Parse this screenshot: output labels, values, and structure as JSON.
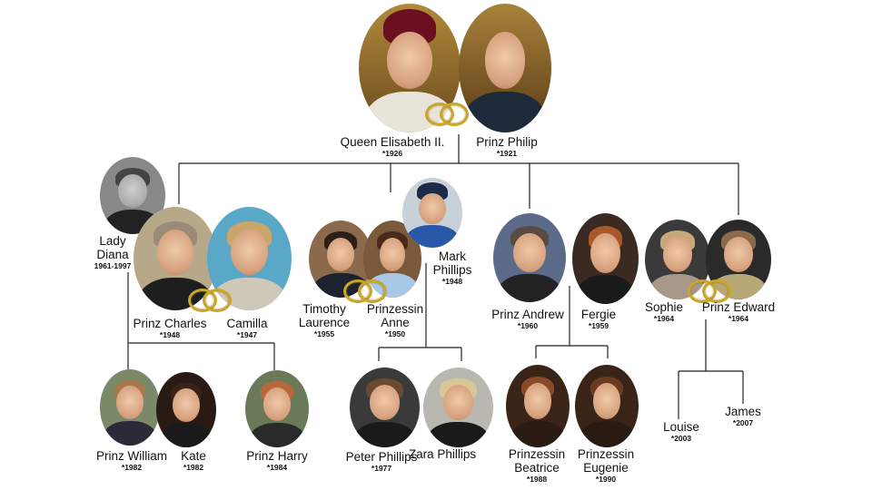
{
  "people": {
    "queen": {
      "name": "Queen Elisabeth II.",
      "date": "*1926"
    },
    "philip": {
      "name": "Prinz Philip",
      "date": "*1921"
    },
    "diana": {
      "name1": "Lady",
      "name2": "Diana",
      "date": "1961-1997"
    },
    "charles": {
      "name": "Prinz Charles",
      "date": "*1948"
    },
    "camilla": {
      "name": "Camilla",
      "date": "*1947"
    },
    "timothy": {
      "name1": "Timothy",
      "name2": "Laurence",
      "date": "*1955"
    },
    "anne": {
      "name1": "Prinzessin",
      "name2": "Anne",
      "date": "*1950"
    },
    "mark": {
      "name1": "Mark",
      "name2": "Phillips",
      "date": "*1948"
    },
    "andrew": {
      "name": "Prinz Andrew",
      "date": "*1960"
    },
    "fergie": {
      "name": "Fergie",
      "date": "*1959"
    },
    "sophie": {
      "name": "Sophie",
      "date": "*1964"
    },
    "edward": {
      "name": "Prinz Edward",
      "date": "*1964"
    },
    "william": {
      "name": "Prinz William",
      "date": "*1982"
    },
    "kate": {
      "name": "Kate",
      "date": "*1982"
    },
    "harry": {
      "name": "Prinz Harry",
      "date": "*1984"
    },
    "peter": {
      "name": "Peter Phillips",
      "date": "*1977"
    },
    "zara": {
      "name": "Zara Phillips",
      "date": ""
    },
    "beatrice": {
      "name1": "Prinzessin",
      "name2": "Beatrice",
      "date": "*1988"
    },
    "eugenie": {
      "name1": "Prinzessin",
      "name2": "Eugenie",
      "date": "*1990"
    },
    "louise": {
      "name": "Louise",
      "date": "*2003"
    },
    "james": {
      "name": "James",
      "date": "*2007"
    }
  },
  "colors": {
    "line": "#222222",
    "ring": "#c9a52a"
  }
}
